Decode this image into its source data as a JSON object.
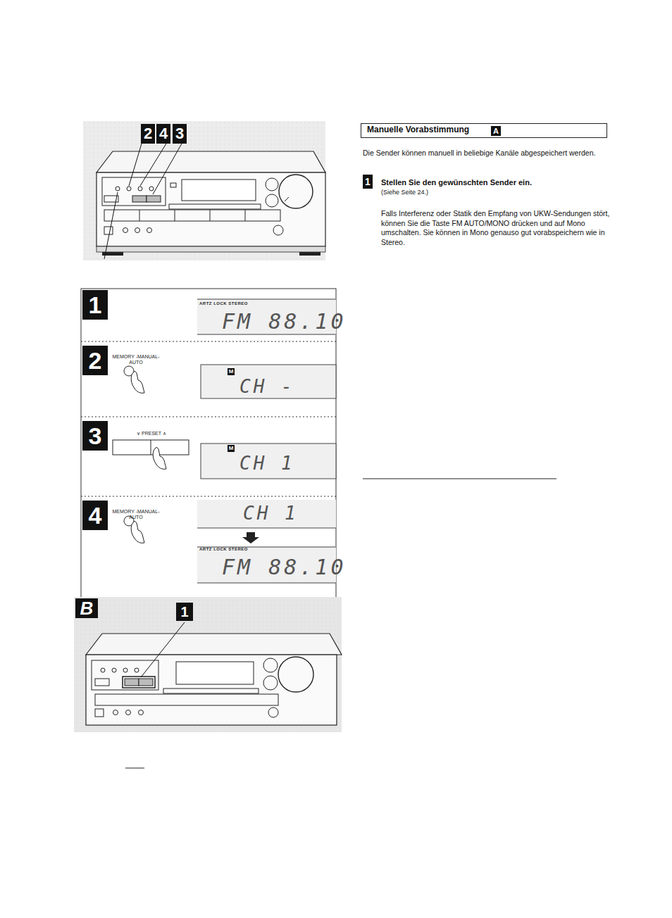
{
  "diagram": {
    "nodes": [
      {
        "text": [
          "Manuelle Vorabstimmung",
          "A"
        ]
      },
      {
        "text": [
          "1",
          "ARTZ LOCK   STEREO",
          "FM 88.10"
        ]
      },
      {
        "text": [
          "2",
          "MEMORY -MANUAL-AUTO",
          "M",
          "CH -"
        ]
      },
      {
        "text": [
          "3",
          "∨ PRESET ∧",
          "M",
          "CH 1"
        ]
      },
      {
        "text": [
          "4",
          "MEMORY -MANUAL-AUTO",
          "CH 1",
          "ARTZ LOCK   STEREO",
          "FM 88.10"
        ]
      },
      {
        "text": [
          "B",
          "1"
        ]
      }
    ],
    "labels": [
      "2",
      "4",
      "3",
      "Die Sender können manuell in beliebige Kanäle abgespeichert werden.",
      "1",
      "Stellen Sie den gewünschten Sender ein.",
      "(Siehe Seite 24.)",
      "Falls Interferenz oder Statik den Empfang von UKW-Sendungen stört, können Sie die Taste FM AUTO/MONO drücken und auf Mono umschalten. Sie können in Mono genauso gut vorabspeichern wie in Stereo."
    ]
  }
}
